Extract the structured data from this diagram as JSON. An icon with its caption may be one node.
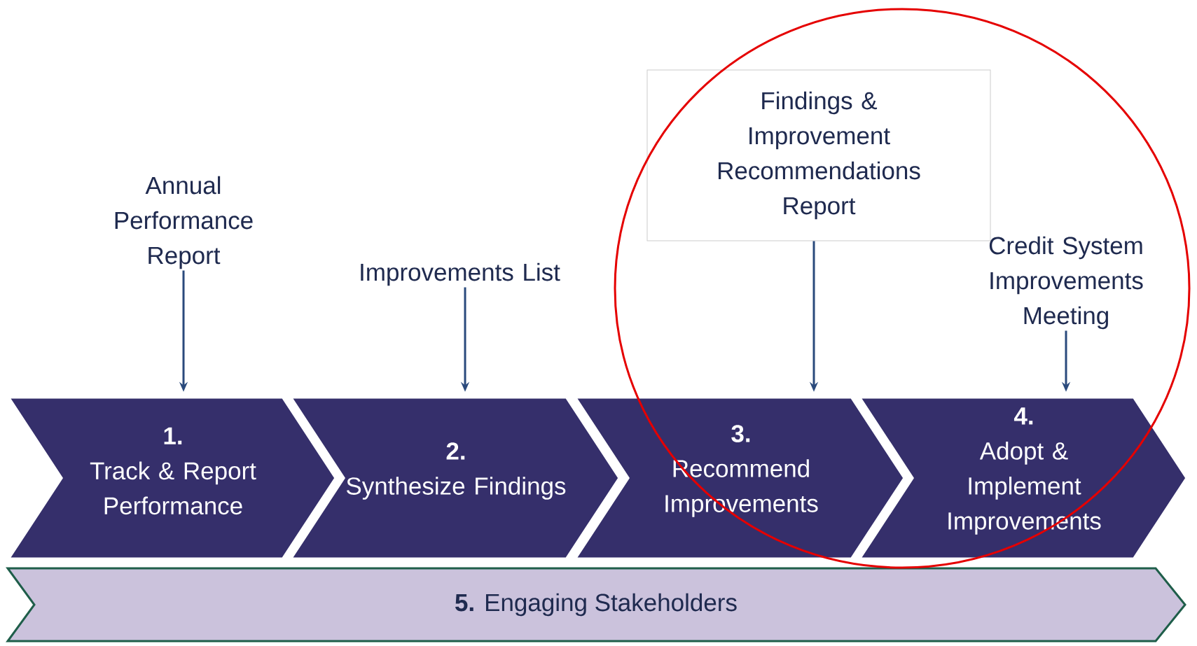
{
  "diagram": {
    "nodes": [
      {
        "text": [
          "Annual Performance Report"
        ]
      },
      {
        "text": [
          "Improvements List"
        ]
      },
      {
        "text": [
          "Findings & Improvement Recommendations Report"
        ]
      },
      {
        "text": [
          "Credit System Improvements Meeting"
        ]
      },
      {
        "text": [
          "1.",
          "Track & Report Performance"
        ]
      },
      {
        "text": [
          "2.",
          "Synthesize Findings"
        ]
      },
      {
        "text": [
          "3.",
          "Recommend Improvements"
        ]
      },
      {
        "text": [
          "4.",
          "Adopt & Implement Improvements"
        ]
      },
      {
        "text": [
          "**5.** Engaging Stakeholders"
        ]
      }
    ],
    "edges": [
      {
        "from": 0,
        "to": 4,
        "arrow": "to"
      },
      {
        "from": 1,
        "to": 5,
        "arrow": "to"
      },
      {
        "from": 2,
        "to": 6,
        "arrow": "to"
      },
      {
        "from": 3,
        "to": 7,
        "arrow": "to"
      }
    ]
  }
}
